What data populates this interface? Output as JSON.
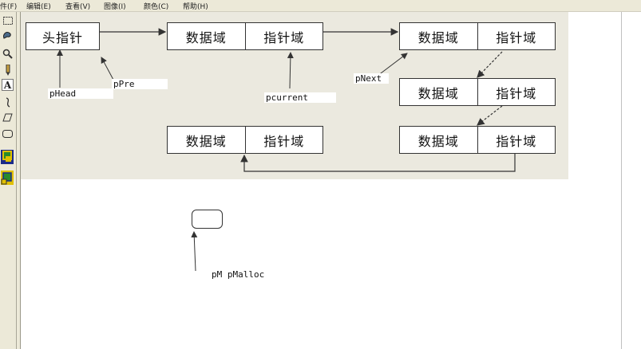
{
  "menubar": {
    "items": [
      "件(F)",
      "编辑(E)",
      "查看(V)",
      "图像(I)",
      "颜色(C)",
      "帮助(H)"
    ]
  },
  "toolbox": {
    "tools": [
      "select-rect-icon",
      "free-select-icon",
      "magnifier-icon",
      "pencil-icon",
      "text-icon",
      "curve-icon",
      "polygon-icon",
      "rounded-rect-icon"
    ],
    "text_tool_glyph": "A"
  },
  "diagram": {
    "head": "头指针",
    "node_rows": [
      {
        "data": "数据域",
        "pointer": "指针域"
      },
      {
        "data": "数据域",
        "pointer": "指针域"
      },
      {
        "data": "数据域",
        "pointer": "指针域"
      },
      {
        "data": "数据域",
        "pointer": "指针域"
      },
      {
        "data": "数据域",
        "pointer": "指针域"
      }
    ],
    "labels": {
      "pHead": "pHead",
      "pPre": "pPre",
      "pNext": "pNext",
      "pcurrent": "pcurrent",
      "pMalloc": "pM pMalloc"
    }
  },
  "colors": {
    "region_bg": "#ebe9df",
    "chrome_bg": "#ece9d8",
    "line": "#333333"
  }
}
